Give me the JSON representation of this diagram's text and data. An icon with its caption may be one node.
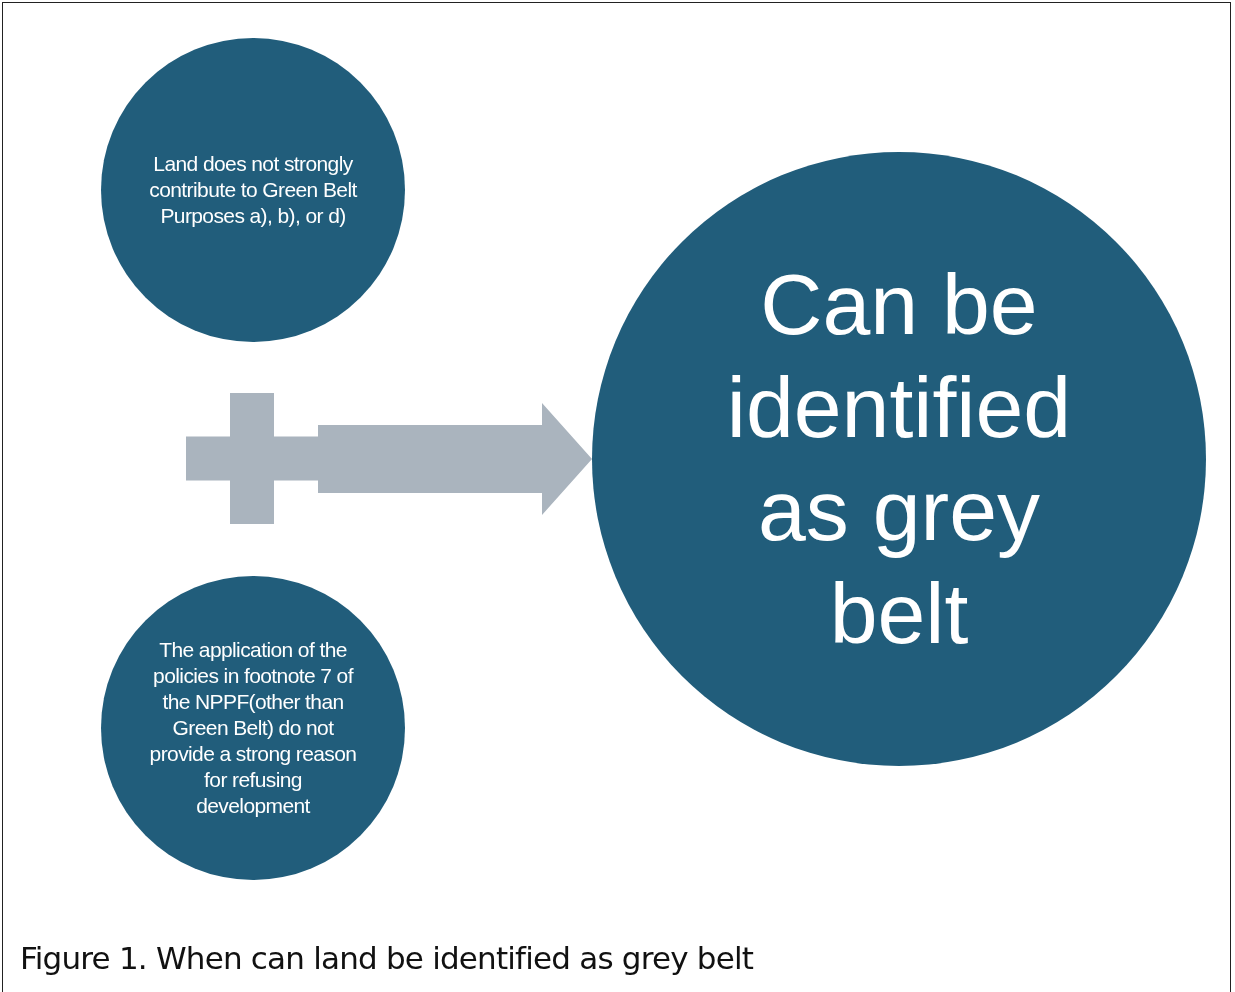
{
  "diagram": {
    "caption": "Figure 1. When can land be identified as grey belt",
    "nodes": [
      {
        "text": [
          "Land does not strongly contribute to Green Belt Purposes a), b), or d)"
        ]
      },
      {
        "text": [],
        "shape": "cross"
      },
      {
        "text": [
          "The application of the policies in footnote 7 of the NPPF(other than Green Belt) do not provide a strong reason for refusing development"
        ]
      },
      {
        "text": [
          "Can be identified as grey belt"
        ]
      }
    ],
    "edges": [
      {
        "from": 1,
        "to": 3,
        "arrow": "to",
        "style": "thick",
        "color": "#aab4be"
      }
    ]
  }
}
